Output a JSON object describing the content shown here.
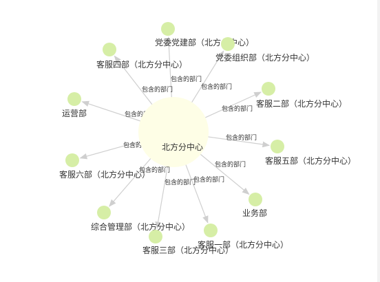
{
  "graph": {
    "center": {
      "label": "北方分中心",
      "color": "#fefee6"
    },
    "edge_label": "包含的部门",
    "node_color": "#d6eea6",
    "edge_color": "#cfcfcf",
    "nodes": [
      {
        "id": "dangwei-dangjian",
        "label": "党委党建部（北方分中心）"
      },
      {
        "id": "dangwei-zuzhi",
        "label": "党委组织部（北方分中心）"
      },
      {
        "id": "kefu-4",
        "label": "客服四部（北方分中心）"
      },
      {
        "id": "kefu-2",
        "label": "客服二部（北方分中心）"
      },
      {
        "id": "yunying",
        "label": "运营部"
      },
      {
        "id": "kefu-5",
        "label": "客服五部（北方分中心）"
      },
      {
        "id": "kefu-6",
        "label": "客服六部（北方分中心）"
      },
      {
        "id": "yewu",
        "label": "业务部"
      },
      {
        "id": "zonghe",
        "label": "综合管理部（北方分中心）"
      },
      {
        "id": "kefu-1",
        "label": "客服一部（北方分中心）"
      },
      {
        "id": "kefu-3",
        "label": "客服三部（北方分中心）"
      }
    ]
  }
}
